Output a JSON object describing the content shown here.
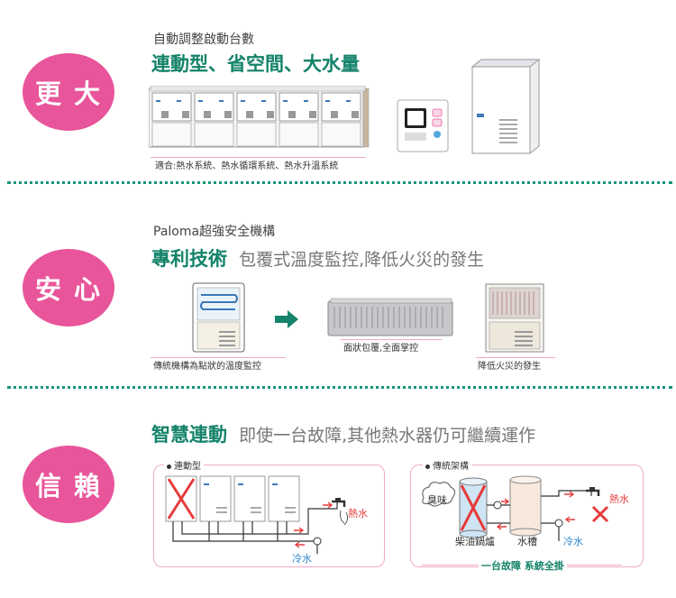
{
  "section1": {
    "badge": "更 大",
    "subtitle": "自動調整啟動台數",
    "headline": "連動型、省空間、大水量",
    "caption": "適合:熱水系統、熱水循環系統、熱水升溫系統"
  },
  "section2": {
    "badge": "安 心",
    "subtitle": "Paloma超強安全機構",
    "headline": "專利技術",
    "headline_rest": "包覆式溫度監控,降低火災的發生",
    "caption_left": "傳統機構為點狀的溫度監控",
    "caption_mid": "面狀包覆,全面掌控",
    "caption_right": "降低火災的發生"
  },
  "section3": {
    "badge": "信 賴",
    "headline": "智慧連動",
    "headline_rest": "即使一台故障,其他熱水器仍可繼續運作",
    "left_legend": "連動型",
    "left_hot": "熱水",
    "left_cold": "冷水",
    "right_legend": "傳統架構",
    "right_smell": "臭味",
    "right_boiler": "柴油鍋爐",
    "right_tank": "水槽",
    "right_hot": "熱水",
    "right_cold": "冷水",
    "right_caption": "一台故障 系統全掛"
  },
  "colors": {
    "badge": "#e8559a",
    "accent_green": "#14836a",
    "divider": "#16957a",
    "hot": "#e53b3b",
    "cold": "#2e86c9"
  }
}
